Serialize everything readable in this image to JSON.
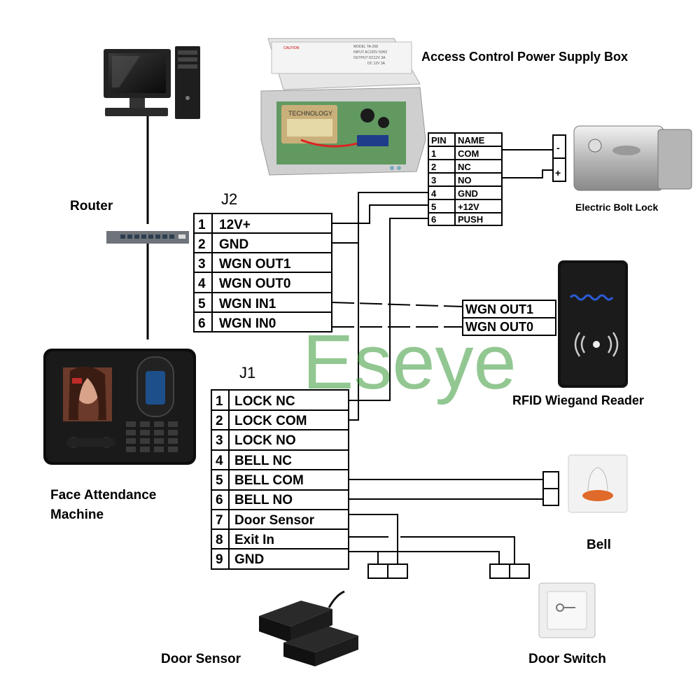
{
  "labels": {
    "router": "Router",
    "power_supply": "Access Control Power Supply Box",
    "bolt_lock": "Electric Bolt Lock",
    "rfid_reader": "RFID Wiegand Reader",
    "face_machine_line1": "Face Attendance",
    "face_machine_line2": "Machine",
    "bell": "Bell",
    "door_sensor": "Door Sensor",
    "door_switch": "Door Switch",
    "watermark": "Eseye"
  },
  "lock_terminals": [
    "-",
    "+"
  ],
  "power_table": {
    "headers": [
      "PIN",
      "NAME"
    ],
    "rows": [
      [
        "1",
        "COM"
      ],
      [
        "2",
        "NC"
      ],
      [
        "3",
        "NO"
      ],
      [
        "4",
        "GND"
      ],
      [
        "5",
        "+12V"
      ],
      [
        "6",
        "PUSH"
      ]
    ]
  },
  "j2": {
    "title": "J2",
    "rows": [
      [
        "1",
        "12V+"
      ],
      [
        "2",
        "GND"
      ],
      [
        "3",
        "WGN  OUT1"
      ],
      [
        "4",
        "WGN  OUT0"
      ],
      [
        "5",
        "WGN  IN1"
      ],
      [
        "6",
        "WGN  IN0"
      ]
    ]
  },
  "j1": {
    "title": "J1",
    "rows": [
      [
        "1",
        "LOCK NC"
      ],
      [
        "2",
        "LOCK COM"
      ],
      [
        "3",
        "LOCK NO"
      ],
      [
        "4",
        "BELL  NC"
      ],
      [
        "5",
        "BELL  COM"
      ],
      [
        "6",
        "BELL  NO"
      ],
      [
        "7",
        "Door   Sensor"
      ],
      [
        "8",
        "Exit    In"
      ],
      [
        "9",
        "GND"
      ]
    ]
  },
  "reader_terminals": [
    "WGN   OUT1",
    "WGN   OUT0"
  ],
  "psu_sticker": [
    "CAUTION",
    "MODEL TA-208",
    "INPUT AC220V 50HZ",
    "OUTPUT DC12V 3A",
    "DC 12V 3A"
  ],
  "transformer_text": "TECHNOLOGY",
  "colors": {
    "watermark": "#3a9a3a",
    "reader_led": "#2a5bd7",
    "bell_dome": "#e06a2a",
    "psu_board": "#5aa05a"
  }
}
